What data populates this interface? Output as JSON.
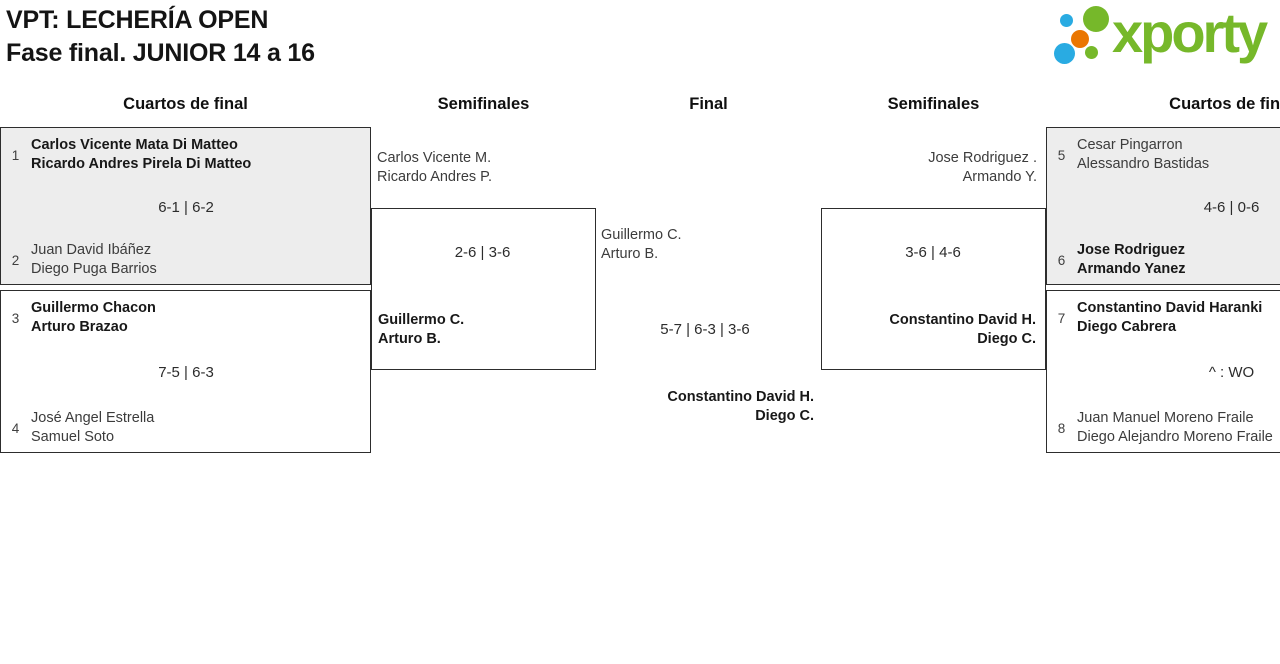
{
  "title": {
    "line1": "VPT: LECHERÍA OPEN",
    "line2": "Fase final. JUNIOR 14 a 16"
  },
  "logo": {
    "wordmark": "xporty",
    "colors": {
      "green": "#76b82a",
      "blue": "#29abe2",
      "orange": "#ea7600"
    }
  },
  "round_headers": [
    "Cuartos de final",
    "Semifinales",
    "Final",
    "Semifinales",
    "Cuartos de final"
  ],
  "bracket": {
    "quarterfinals": [
      {
        "seed_top": "1",
        "team_top": [
          "Carlos Vicente Mata Di Matteo",
          "Ricardo Andres Pirela Di Matteo"
        ],
        "top_winner": true,
        "score": "6-1 | 6-2",
        "seed_bottom": "2",
        "team_bottom": [
          "Juan David Ibáñez",
          "Diego Puga Barrios"
        ],
        "bottom_winner": false
      },
      {
        "seed_top": "3",
        "team_top": [
          "Guillermo Chacon",
          "Arturo Brazao"
        ],
        "top_winner": true,
        "score": "7-5 | 6-3",
        "seed_bottom": "4",
        "team_bottom": [
          "José Angel Estrella",
          "Samuel Soto"
        ],
        "bottom_winner": false
      },
      {
        "seed_top": "5",
        "team_top": [
          "Cesar Pingarron",
          "Alessandro Bastidas"
        ],
        "top_winner": false,
        "score": "4-6 | 0-6",
        "seed_bottom": "6",
        "team_bottom": [
          "Jose Rodriguez",
          "Armando Yanez"
        ],
        "bottom_winner": true
      },
      {
        "seed_top": "7",
        "team_top": [
          "Constantino David Haranki",
          "Diego Cabrera"
        ],
        "top_winner": true,
        "score": "^ : WO",
        "seed_bottom": "8",
        "team_bottom": [
          "Juan Manuel Moreno Fraile",
          "Diego Alejandro Moreno Fraile"
        ],
        "bottom_winner": false
      }
    ],
    "semifinals": [
      {
        "above": [
          "Carlos Vicente M.",
          "Ricardo Andres P."
        ],
        "score": "2-6 | 3-6",
        "winner": [
          "Guillermo C.",
          "Arturo B."
        ]
      },
      {
        "above": [
          "Jose Rodriguez .",
          "Armando Y."
        ],
        "score": "3-6 | 4-6",
        "winner": [
          "Constantino David H.",
          "Diego C."
        ]
      }
    ],
    "final": {
      "finalist": [
        "Guillermo C.",
        "Arturo B."
      ],
      "score": "5-7 | 6-3 | 3-6",
      "winner": [
        "Constantino David H.",
        "Diego C."
      ]
    }
  }
}
